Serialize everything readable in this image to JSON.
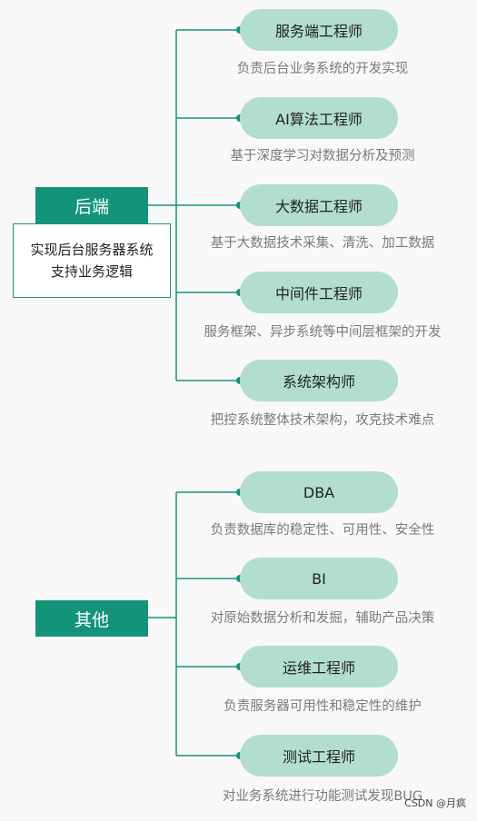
{
  "groups": [
    {
      "label": "后端",
      "description_lines": [
        "实现后台服务器系统",
        "支持业务逻辑"
      ],
      "roles": [
        {
          "title": "服务端工程师",
          "desc": "负责后台业务系统的开发实现"
        },
        {
          "title": "AI算法工程师",
          "desc": "基于深度学习对数据分析及预测"
        },
        {
          "title": "大数据工程师",
          "desc": "基于大数据技术采集、清洗、加工数据"
        },
        {
          "title": "中间件工程师",
          "desc": "服务框架、异步系统等中间层框架的开发"
        },
        {
          "title": "系统架构师",
          "desc": "把控系统整体技术架构，攻克技术难点"
        }
      ]
    },
    {
      "label": "其他",
      "description_lines": [],
      "roles": [
        {
          "title": "DBA",
          "desc": "负责数据库的稳定性、可用性、安全性"
        },
        {
          "title": "BI",
          "desc": "对原始数据分析和发掘，辅助产品决策"
        },
        {
          "title": "运维工程师",
          "desc": "负责服务器可用性和稳定性的维护"
        },
        {
          "title": "测试工程师",
          "desc": "对业务系统进行功能测试发现BUG"
        }
      ]
    }
  ],
  "watermark": "CSDN @月疯",
  "colors": {
    "accent": "#14937b",
    "pill": "#b3ddd1"
  }
}
